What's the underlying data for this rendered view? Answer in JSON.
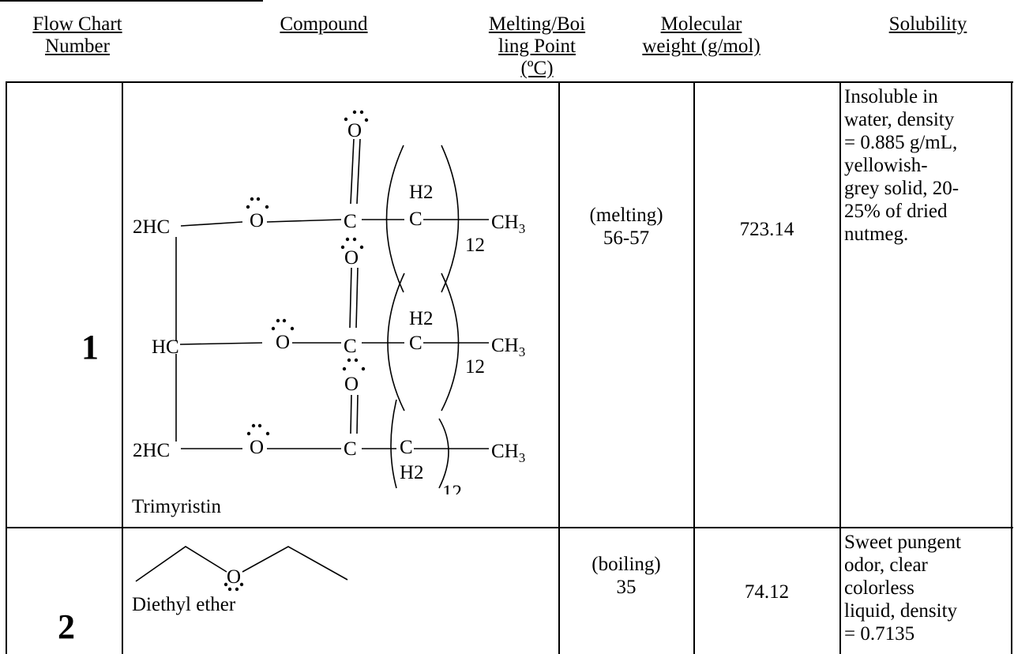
{
  "headers": {
    "flow_chart_number": [
      "Flow Chart",
      "Number"
    ],
    "compound": "Compound",
    "melting_boiling": [
      "Melting/Boi",
      "ling Point",
      "(ºC)"
    ],
    "molecular_weight": [
      "Molecular",
      "weight (g/mol)"
    ],
    "solubility": "Solubility"
  },
  "rows": [
    {
      "number": "1",
      "compound_name": "Trimyristin",
      "point": [
        "(melting)",
        "56-57"
      ],
      "molecular_weight": "723.14",
      "solubility": [
        "Insoluble in",
        "water, density",
        "= 0.885 g/mL,",
        "yellowish-",
        "grey solid, 20-",
        "25% of dried",
        "nutmeg."
      ]
    },
    {
      "number": "2",
      "compound_name": "Diethyl ether",
      "point": [
        "(boiling)",
        "35"
      ],
      "molecular_weight": "74.12",
      "solubility": [
        "Sweet pungent",
        "odor, clear",
        "colorless",
        "liquid, density",
        "= 0.7135"
      ]
    }
  ],
  "structure_labels": {
    "oxygen": "O",
    "carbon": "C",
    "ch2_top": "H2",
    "ch2_bottom": "H2",
    "ch3": "CH",
    "ch3_sub": "3",
    "repeat": "12",
    "ch2_left": "2HC",
    "ch_left": "HC",
    "ether_oxygen": "O"
  }
}
